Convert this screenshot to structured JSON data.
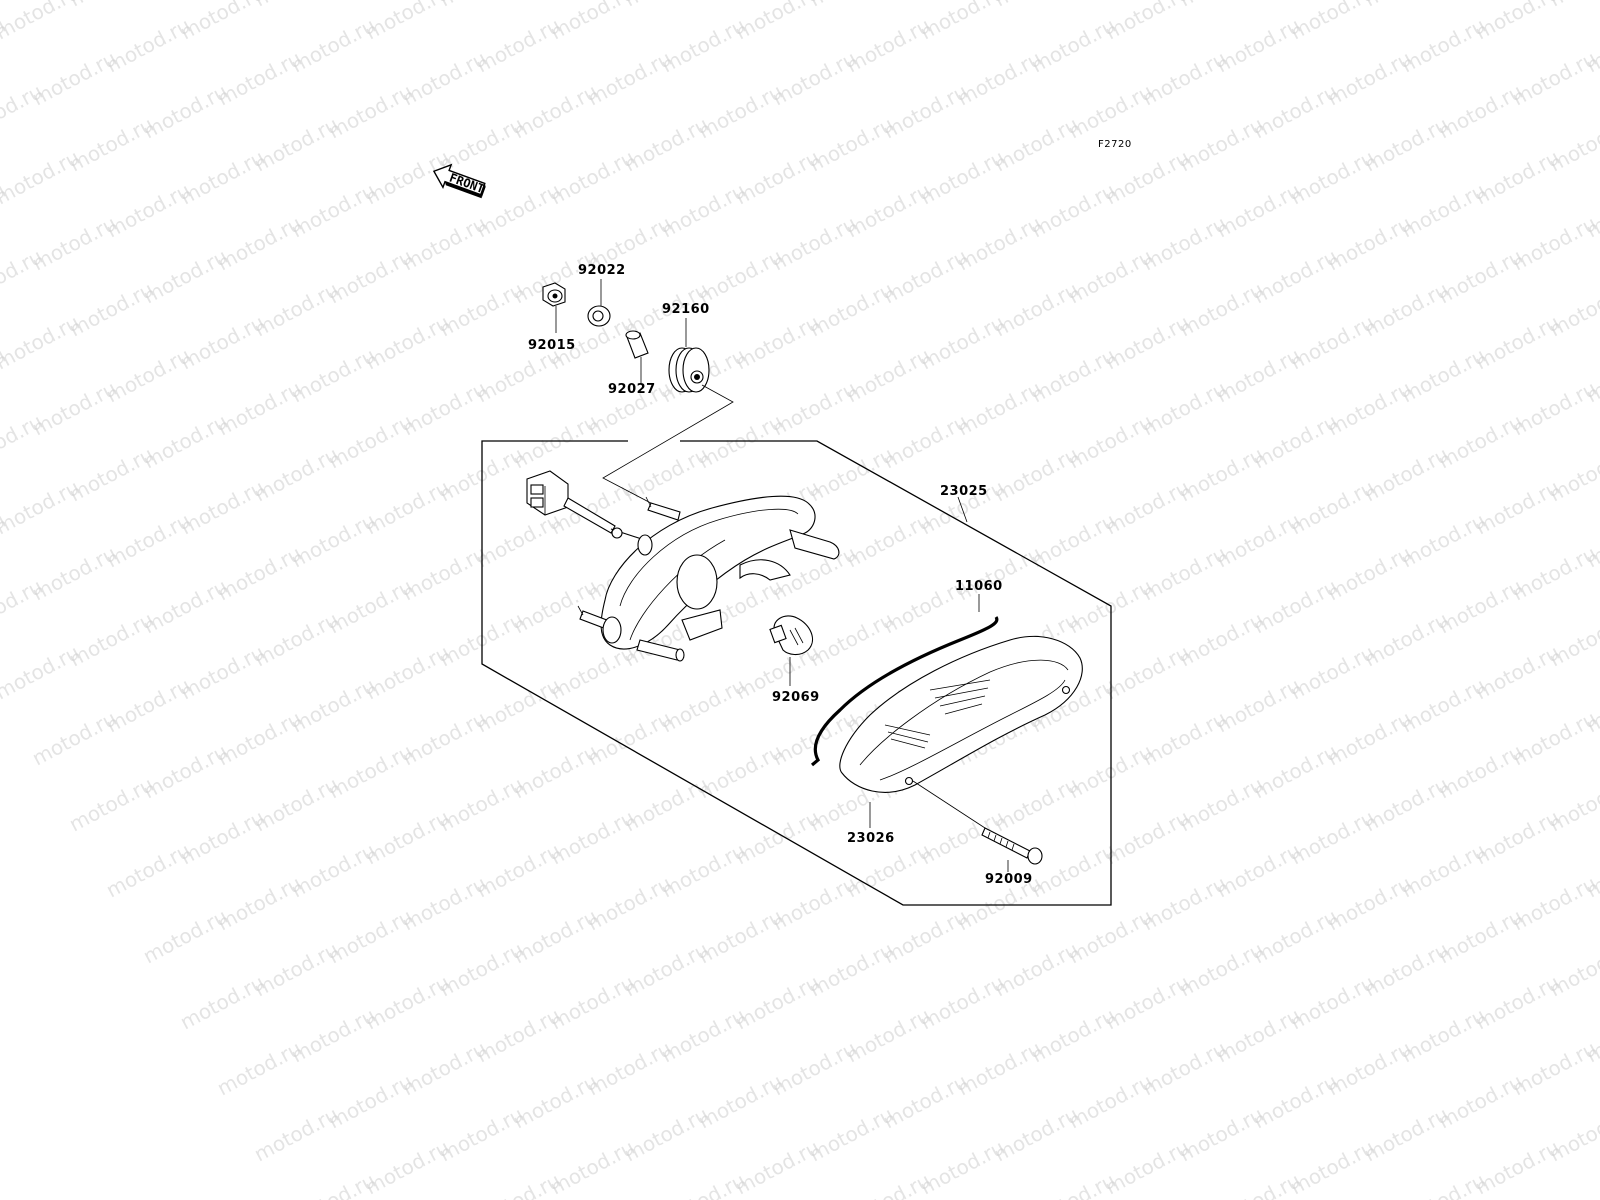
{
  "watermark": {
    "text": "motod.ru"
  },
  "diagram": {
    "code": "F2720",
    "front_label": "FRONT",
    "parts": {
      "p92022": "92022",
      "p92160": "92160",
      "p92015": "92015",
      "p92027": "92027",
      "p23025": "23025",
      "p11060": "11060",
      "p92069": "92069",
      "p23026": "23026",
      "p92009": "92009"
    }
  }
}
